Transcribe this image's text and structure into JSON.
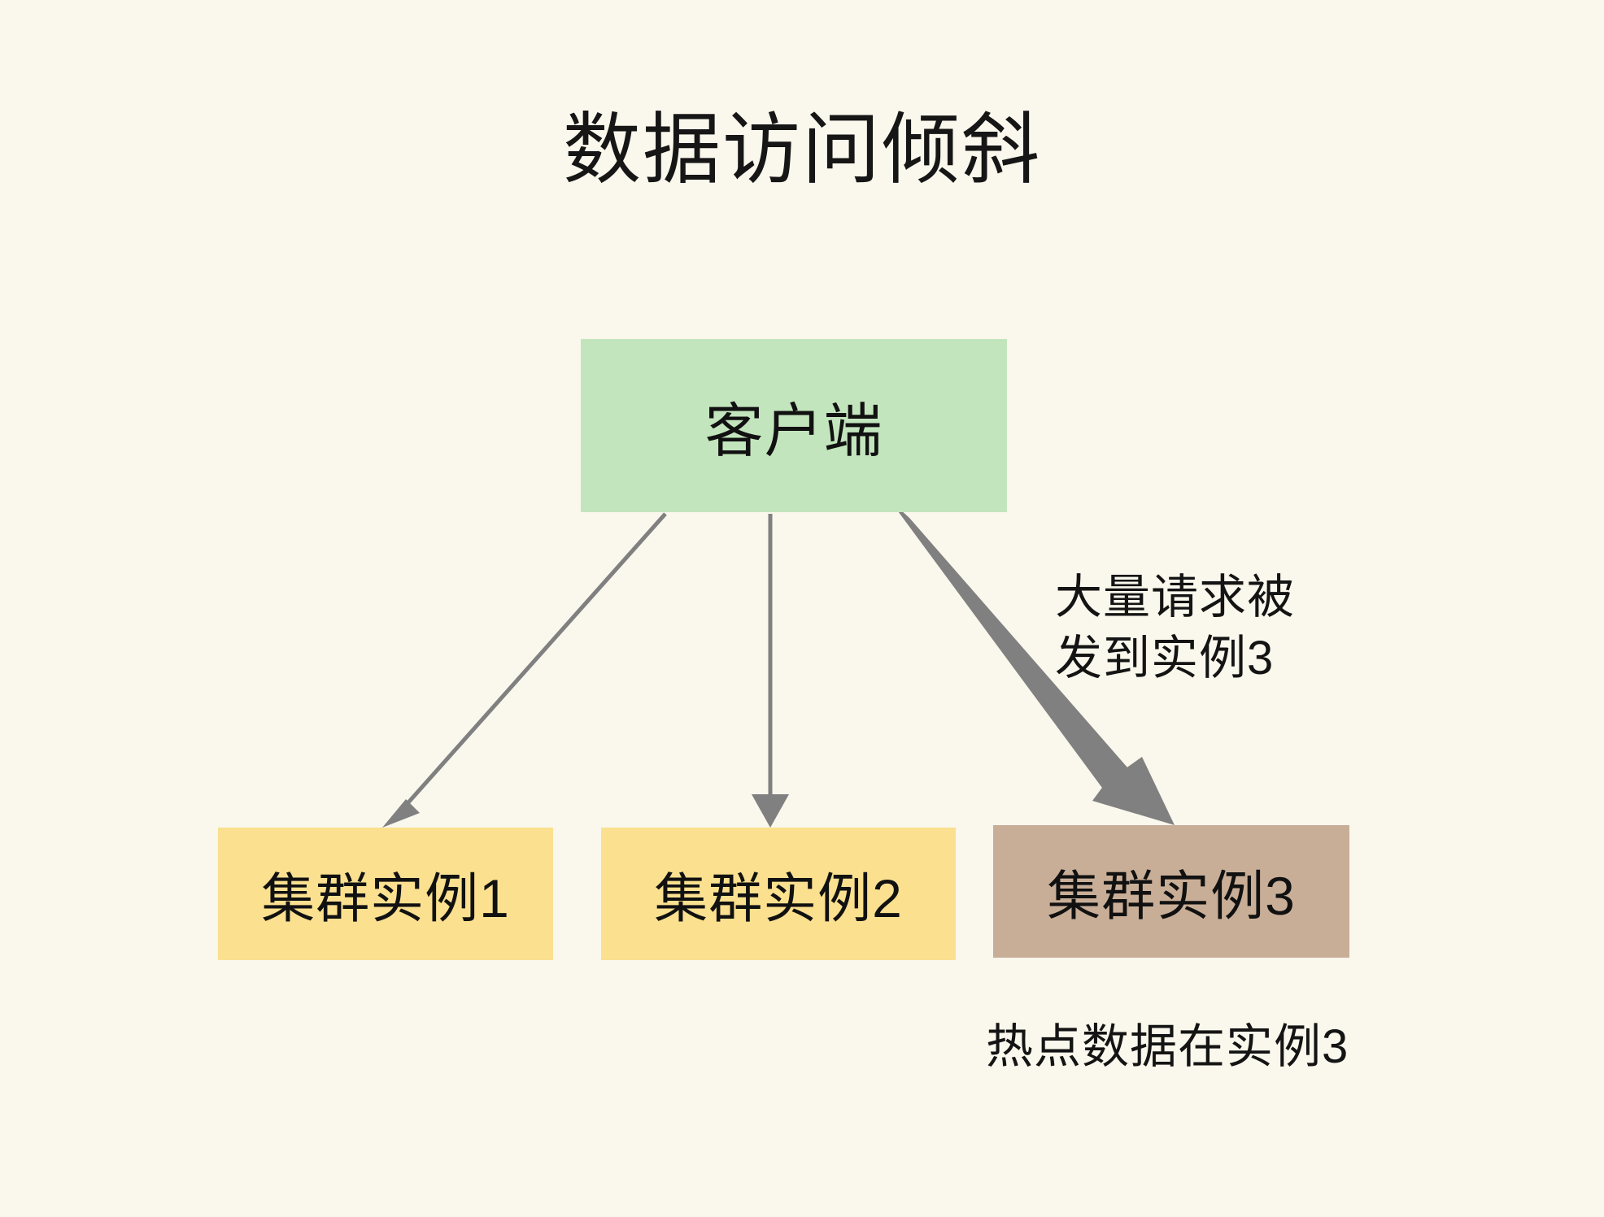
{
  "page": {
    "title": "数据访问倾斜",
    "background_color": "#faf7ec"
  },
  "colors": {
    "background": "#faf7ec",
    "client_node": "#c3e5bd",
    "instance_normal": "#fae08f",
    "instance_hot": "#c9ae97",
    "arrow": "#808080",
    "text": "#111111"
  },
  "nodes": [
    {
      "id": "client",
      "label": "客户端",
      "color": "#c3e5bd"
    },
    {
      "id": "instance1",
      "label": "集群实例1",
      "color": "#fae08f"
    },
    {
      "id": "instance2",
      "label": "集群实例2",
      "color": "#fae08f"
    },
    {
      "id": "instance3",
      "label": "集群实例3",
      "color": "#c9ae97"
    }
  ],
  "edges": [
    {
      "id": "client-to-instance1",
      "from": "client",
      "to": "instance1",
      "weight": "thin",
      "label": ""
    },
    {
      "id": "client-to-instance2",
      "from": "client",
      "to": "instance2",
      "weight": "thin",
      "label": ""
    },
    {
      "id": "client-to-instance3",
      "from": "client",
      "to": "instance3",
      "weight": "thick",
      "label": "大量请求被\n发到实例3"
    }
  ],
  "annotations": {
    "heavy_traffic": "大量请求被\n发到实例3",
    "hotspot": "热点数据在实例3"
  }
}
